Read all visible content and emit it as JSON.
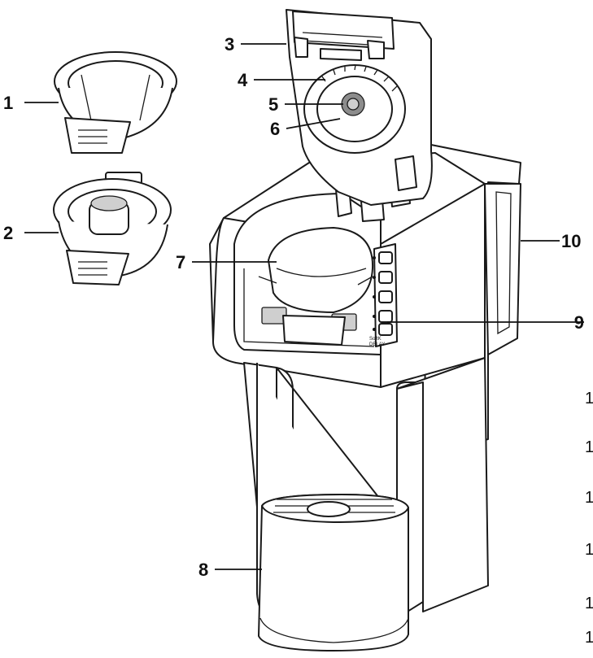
{
  "callouts": [
    {
      "id": "1",
      "label": "1"
    },
    {
      "id": "2",
      "label": "2"
    },
    {
      "id": "3",
      "label": "3"
    },
    {
      "id": "4",
      "label": "4"
    },
    {
      "id": "5",
      "label": "5"
    },
    {
      "id": "6",
      "label": "6"
    },
    {
      "id": "7",
      "label": "7"
    },
    {
      "id": "8",
      "label": "8"
    },
    {
      "id": "9",
      "label": "9"
    },
    {
      "id": "10",
      "label": "10"
    }
  ],
  "edge_labels": [
    "1",
    "1",
    "1",
    "1",
    "1",
    "1"
  ],
  "panel_text": {
    "line1": "SoftK",
    "line2": "DELAY"
  },
  "colors": {
    "line": "#111111",
    "fill": "#ffffff",
    "shade": "#cfcfcf"
  }
}
